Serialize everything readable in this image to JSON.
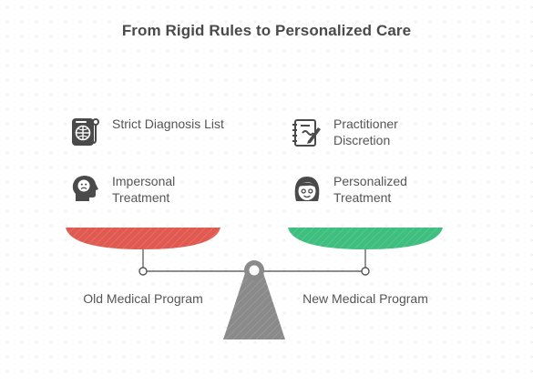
{
  "title": "From Rigid Rules to Personalized Care",
  "left": {
    "program_label": "Old Medical Program",
    "pan_color": "#e15a52",
    "items": [
      {
        "label": "Strict Diagnosis List",
        "icon": "diagnosis-list-icon"
      },
      {
        "label": "Impersonal Treatment",
        "icon": "sad-head-icon"
      }
    ]
  },
  "right": {
    "program_label": "New Medical Program",
    "pan_color": "#3fbf7f",
    "items": [
      {
        "label": "Practitioner Discretion",
        "icon": "notepad-pen-icon"
      },
      {
        "label": "Personalized Treatment",
        "icon": "happy-face-icon"
      }
    ]
  },
  "stand_color": "#8a8a8a"
}
